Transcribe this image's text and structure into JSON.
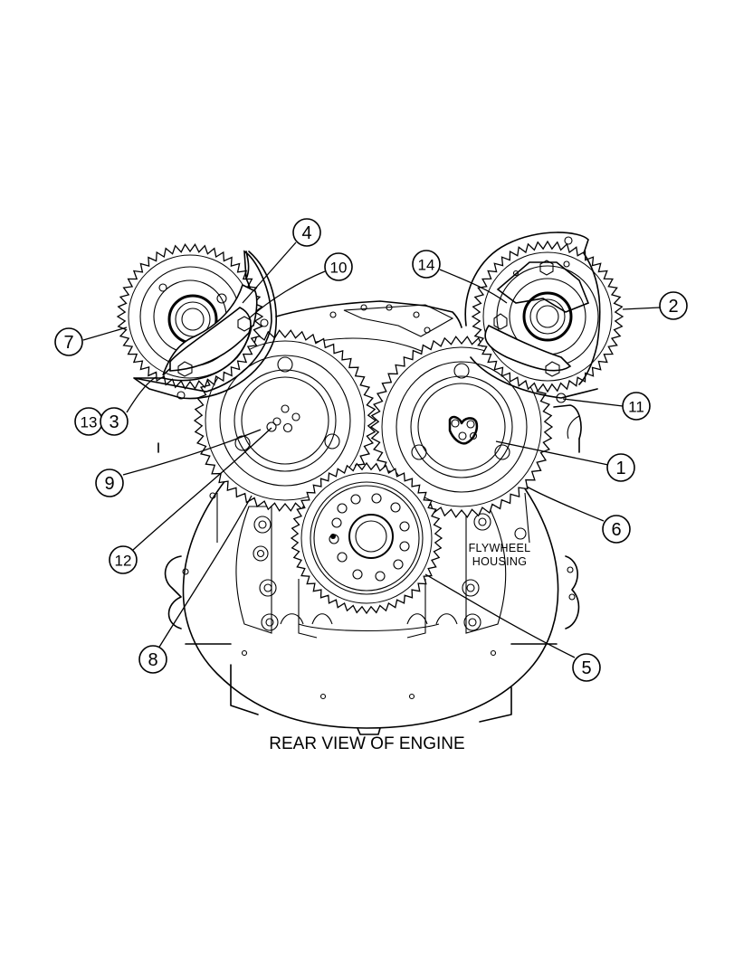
{
  "figure": {
    "caption": "REAR VIEW OF ENGINE",
    "housing_label_line1": "FLYWHEEL",
    "housing_label_line2": "HOUSING"
  },
  "callouts": [
    {
      "id": "1",
      "label": "1"
    },
    {
      "id": "2",
      "label": "2"
    },
    {
      "id": "3",
      "label": "3"
    },
    {
      "id": "4",
      "label": "4"
    },
    {
      "id": "5",
      "label": "5"
    },
    {
      "id": "6",
      "label": "6"
    },
    {
      "id": "7",
      "label": "7"
    },
    {
      "id": "8",
      "label": "8"
    },
    {
      "id": "9",
      "label": "9"
    },
    {
      "id": "10",
      "label": "10"
    },
    {
      "id": "11",
      "label": "11"
    },
    {
      "id": "12",
      "label": "12"
    },
    {
      "id": "13",
      "label": "13"
    },
    {
      "id": "14",
      "label": "14"
    }
  ]
}
